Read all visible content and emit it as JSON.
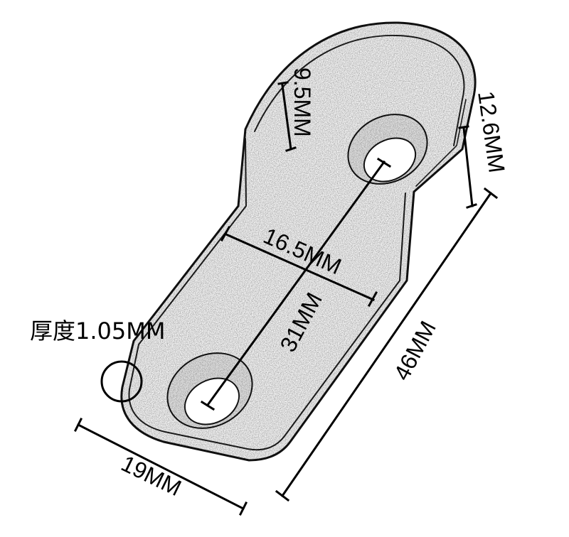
{
  "dimensions": {
    "flange_height": "9.5MM",
    "side_height": "12.6MM",
    "width_inner": "16.5MM",
    "hole_spacing": "31MM",
    "length": "46MM",
    "width": "19MM",
    "thickness": "厚度1.05MM"
  },
  "colors": {
    "line": "#000000",
    "background": "#ffffff",
    "metal_fill": "#f2f2f2"
  }
}
